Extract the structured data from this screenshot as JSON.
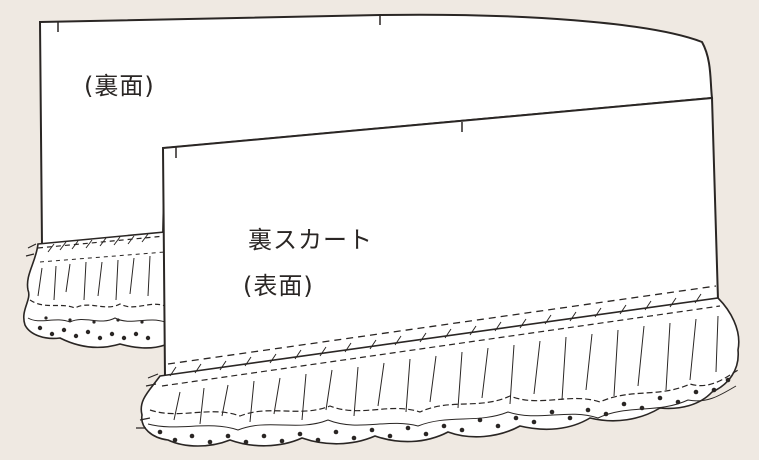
{
  "diagram": {
    "back_label": "(裏面)",
    "skirt_label": "裏スカート",
    "front_label": "(表面)"
  },
  "colors": {
    "background": "#efe9e2",
    "fabric": "#ffffff",
    "ink": "#2a2624"
  }
}
